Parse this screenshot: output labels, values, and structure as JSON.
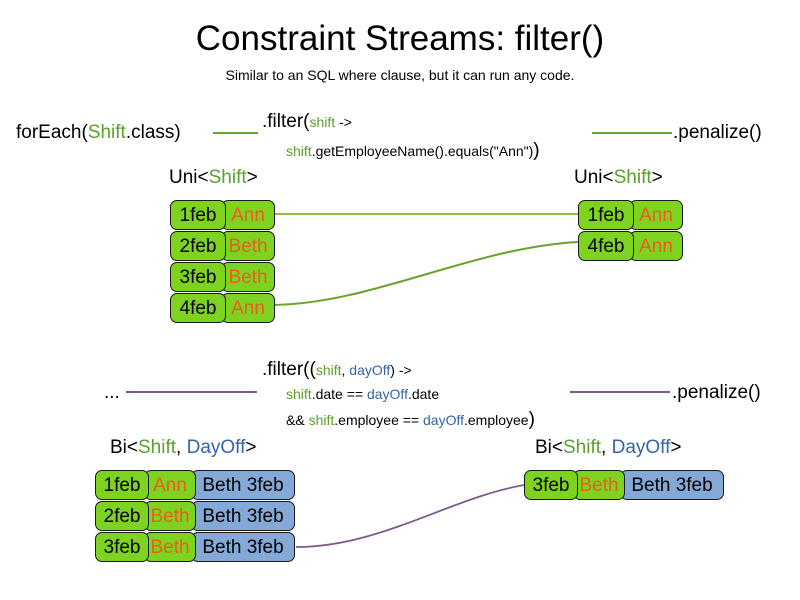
{
  "title": "Constraint Streams: filter()",
  "subtitle": "Similar to an SQL where clause, but it can run any code.",
  "colors": {
    "green_fill": "#7ed321",
    "blue_fill": "#84a9d6",
    "shift_token": "#5aa02c",
    "dayoff_token": "#3465a4",
    "employee_text": "#e8601c",
    "connector_green": "#6aa32a",
    "connector_purple": "#7d5a8c",
    "stroke": "#1a1a1a"
  },
  "uni_section": {
    "source_label": {
      "prefix": "forEach(",
      "type": "Shift",
      "suffix": ".class)"
    },
    "filter_code": {
      "line1_prefix": ".filter(",
      "line1_var": "shift",
      "line1_suffix": " ->",
      "line2_var": "shift",
      "line2_rest": ".getEmployeeName().equals(\"Ann\")",
      "line2_close": ")"
    },
    "terminal_label": ".penalize()",
    "input_header": {
      "prefix": "Uni<",
      "type": "Shift",
      "suffix": ">"
    },
    "output_header": {
      "prefix": "Uni<",
      "type": "Shift",
      "suffix": ">"
    },
    "input_rows": [
      {
        "date": "1feb",
        "employee": "Ann"
      },
      {
        "date": "2feb",
        "employee": "Beth"
      },
      {
        "date": "3feb",
        "employee": "Beth"
      },
      {
        "date": "4feb",
        "employee": "Ann"
      }
    ],
    "output_rows": [
      {
        "date": "1feb",
        "employee": "Ann"
      },
      {
        "date": "4feb",
        "employee": "Ann"
      }
    ]
  },
  "bi_section": {
    "source_label": "...",
    "filter_code": {
      "line1_prefix": ".filter((",
      "line1_var1": "shift",
      "line1_comma": ", ",
      "line1_var2": "dayOff",
      "line1_suffix": ") ->",
      "line2_var1": "shift",
      "line2_mid": ".date == ",
      "line2_var2": "dayOff",
      "line2_end": ".date",
      "line3_amp": "&& ",
      "line3_var1": "shift",
      "line3_mid": ".employee == ",
      "line3_var2": "dayOff",
      "line3_end": ".employee",
      "line3_close": ")"
    },
    "terminal_label": ".penalize()",
    "input_header": {
      "prefix": "Bi<",
      "type1": "Shift",
      "comma": ", ",
      "type2": "DayOff",
      "suffix": ">"
    },
    "output_header": {
      "prefix": "Bi<",
      "type1": "Shift",
      "comma": ", ",
      "type2": "DayOff",
      "suffix": ">"
    },
    "input_rows": [
      {
        "date": "1feb",
        "employee": "Ann",
        "dayoff": "Beth 3feb"
      },
      {
        "date": "2feb",
        "employee": "Beth",
        "dayoff": "Beth 3feb"
      },
      {
        "date": "3feb",
        "employee": "Beth",
        "dayoff": "Beth 3feb"
      }
    ],
    "output_rows": [
      {
        "date": "3feb",
        "employee": "Beth",
        "dayoff": "Beth 3feb"
      }
    ]
  }
}
